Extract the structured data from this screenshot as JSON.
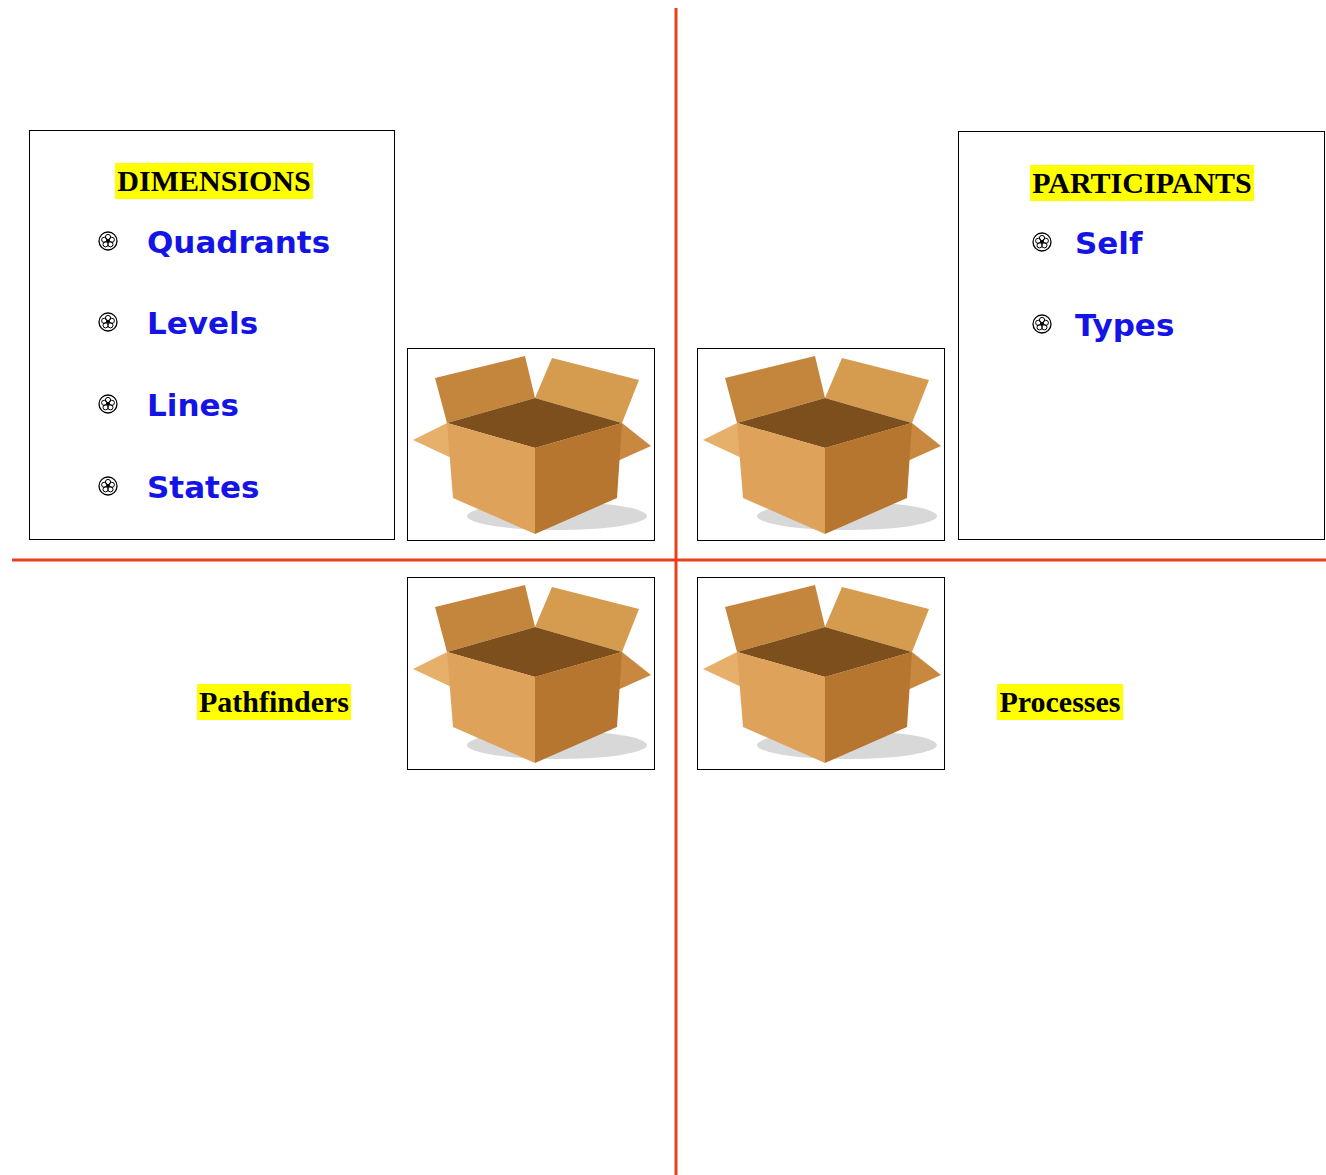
{
  "diagram": {
    "nodes": [
      {
        "text": [
          "DIMENSIONS",
          "Quadrants",
          "Levels",
          "Lines",
          "States"
        ]
      },
      {
        "text": [
          "PARTICIPANTS",
          "Self",
          "Types"
        ]
      }
    ],
    "labels": [
      "Pathfinders",
      "Processes"
    ]
  }
}
